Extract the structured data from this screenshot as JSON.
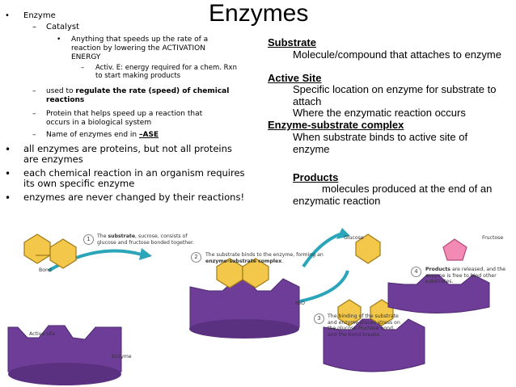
{
  "title": "Enzymes",
  "left": {
    "l1": "Enzyme",
    "l2": "Catalyst",
    "l3": "Anything that speeds up the rate of a reaction by lowering the ACTIVATION ENERGY",
    "l4": "Activ. E: energy required for a chem. Rxn to start making products",
    "l5a": "used to ",
    "l5b": "regulate the rate (speed) of chemical reactions",
    "l6": "Protein that helps speed up a reaction that occurs in a biological system",
    "l7a": "Name of enzymes end in ",
    "l7b": "–ASE",
    "b1": "all enzymes are proteins, but not all proteins are enzymes",
    "b2": "each chemical reaction in an organism requires its own specific enzyme",
    "b3": "enzymes are never changed by their reactions!"
  },
  "right": {
    "h1": "Substrate",
    "t1": "Molecule/compound that attaches to enzyme",
    "h2": "Active Site",
    "t2a": "Specific location on enzyme for substrate to attach",
    "t2b": "Where the enzymatic reaction occurs",
    "h3": "Enzyme-substrate complex",
    "t3": "When substrate binds to active site of enzyme",
    "h4": "Products",
    "t4": "molecules produced at the end of an enzymatic reaction"
  },
  "diagram": {
    "step1_num": "1",
    "step1_text_a": "The ",
    "step1_text_b": "substrate",
    "step1_text_c": ", sucrose, consists of glucose and fructose bonded together.",
    "step2_num": "2",
    "step2_text_a": "The substrate binds to the enzyme, forming an ",
    "step2_text_b": "enzyme-substrate complex",
    "step2_text_c": ".",
    "step3_num": "3",
    "step3_text": "The binding of the substrate and enzyme places stress on the glucose-fructose bond, and the bond breaks.",
    "step4_num": "4",
    "step4_text_a": "",
    "step4_text_b": "Products",
    "step4_text_c": " are released, and the enzyme is free to bind other substrates.",
    "bond_label": "Bond",
    "active_site_label": "Active site",
    "enzyme_label": "Enzyme",
    "water_label": "H₂O",
    "glucose_label": "Glucose",
    "fructose_label": "Fructose"
  },
  "colors": {
    "enzyme_purple": "#6e3d97",
    "glucose_yellow": "#f3c84a",
    "fructose_pink": "#f28ab3",
    "arrow_teal": "#2aa5b9"
  }
}
